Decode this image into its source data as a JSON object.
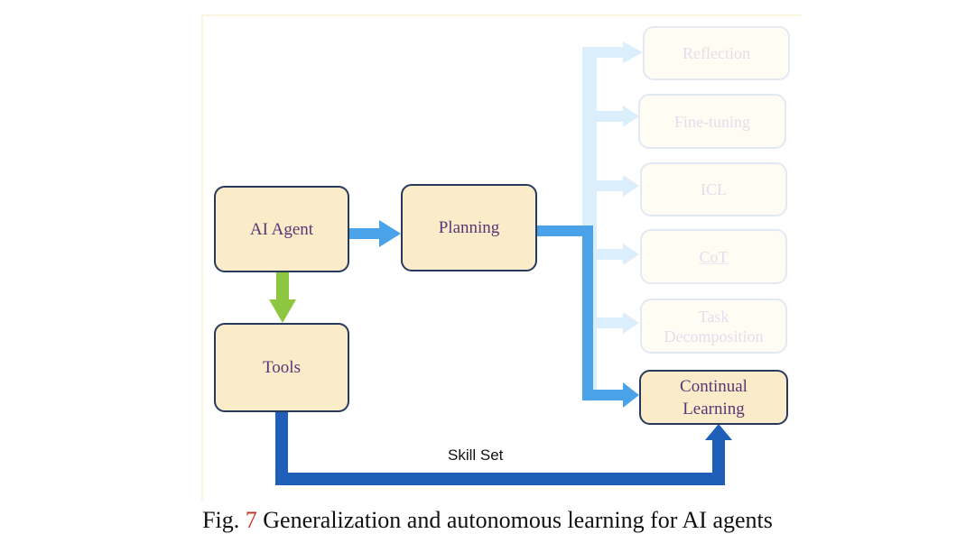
{
  "nodes": {
    "ai_agent": "AI Agent",
    "planning": "Planning",
    "tools": "Tools",
    "reflection": "Reflection",
    "fine_tuning": "Fine-tuning",
    "icl": "ICL",
    "cot": "CoT",
    "task_decomposition": "Task\nDecomposition",
    "continual_learning": "Continual\nLearning"
  },
  "edges": {
    "skill_set_label": "Skill Set"
  },
  "caption": {
    "prefix": "Fig.",
    "number": "7",
    "text": "Generalization and autonomous learning for AI agents"
  },
  "colors": {
    "node_fill": "#fbecc9",
    "node_border": "#27395f",
    "node_text": "#5a3575",
    "arrow_blue": "#4aa3e8",
    "arrow_dark_blue": "#1f5fb8",
    "arrow_green": "#8dc63f",
    "faded_arrow": "#dbeefb",
    "caption_number": "#c0392b"
  }
}
